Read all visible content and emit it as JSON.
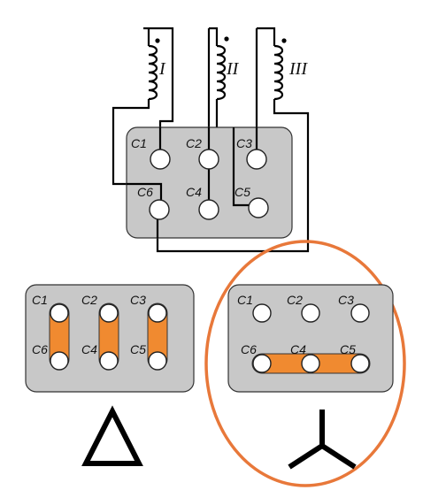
{
  "colors": {
    "panel": "#c8c8c8",
    "bridge": "#f08a30",
    "highlight_ring": "#e8783a",
    "wire": "#000000",
    "terminal": "#ffffff"
  },
  "coils": [
    {
      "label": "I"
    },
    {
      "label": "II"
    },
    {
      "label": "III"
    }
  ],
  "top_terminals": {
    "row1": [
      "C1",
      "C2",
      "C3"
    ],
    "row2": [
      "C6",
      "C4",
      "C5"
    ]
  },
  "delta_panel": {
    "row1": [
      "C1",
      "C2",
      "C3"
    ],
    "row2": [
      "C6",
      "C4",
      "C5"
    ],
    "symbol": "delta-triangle-icon"
  },
  "star_panel": {
    "row1": [
      "C1",
      "C2",
      "C3"
    ],
    "row2": [
      "C6",
      "C4",
      "C5"
    ],
    "symbol": "star-y-icon",
    "highlighted": true
  }
}
